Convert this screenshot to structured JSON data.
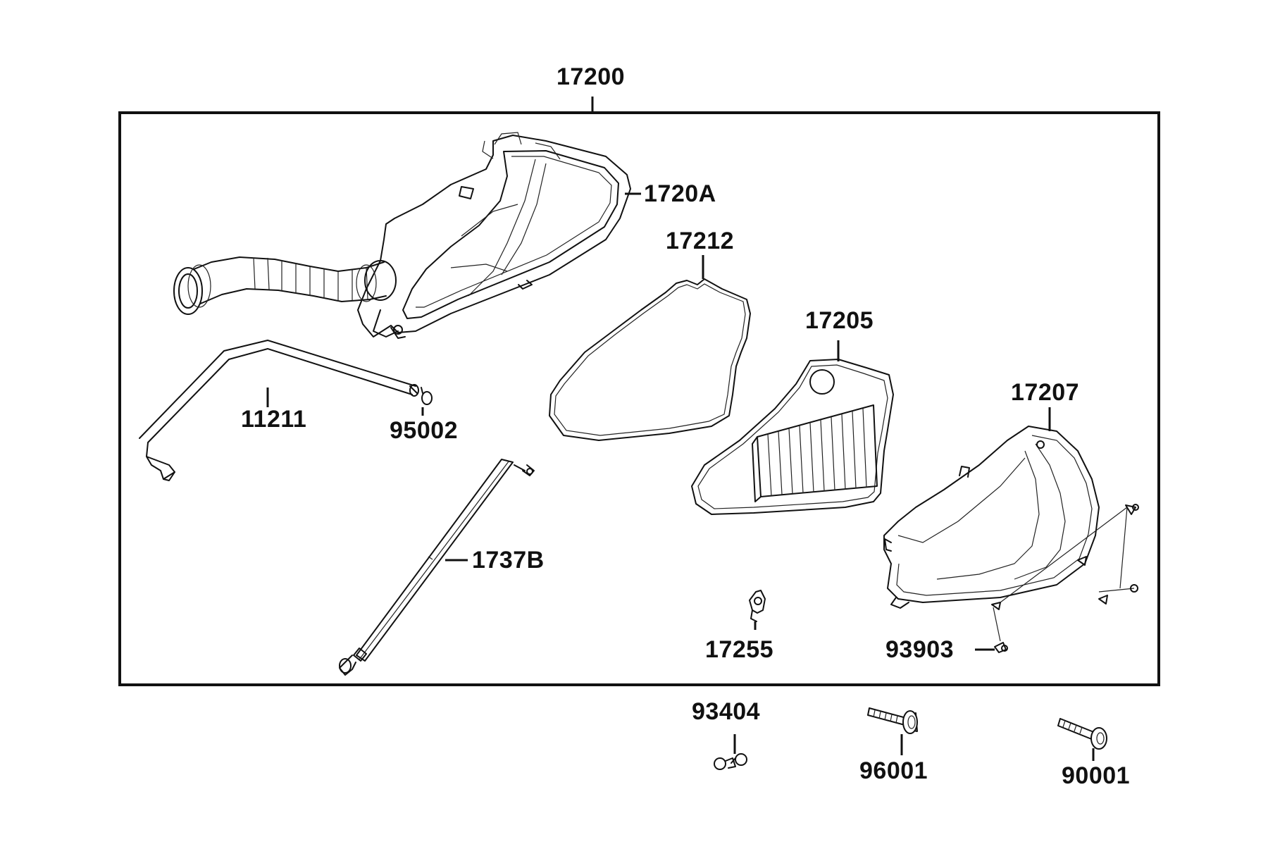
{
  "assembly_label": "17200",
  "parts": {
    "air_cleaner_case": "1720A",
    "gasket": "17212",
    "filter_element": "17205",
    "case_cover": "17207",
    "breather_tube": "11211",
    "tube_clip": "95002",
    "drain_tube": "1737B",
    "bracket": "17255",
    "cover_screws": "93903",
    "screw_93404": "93404",
    "bolt_96001": "96001",
    "bolt_90001": "90001"
  }
}
